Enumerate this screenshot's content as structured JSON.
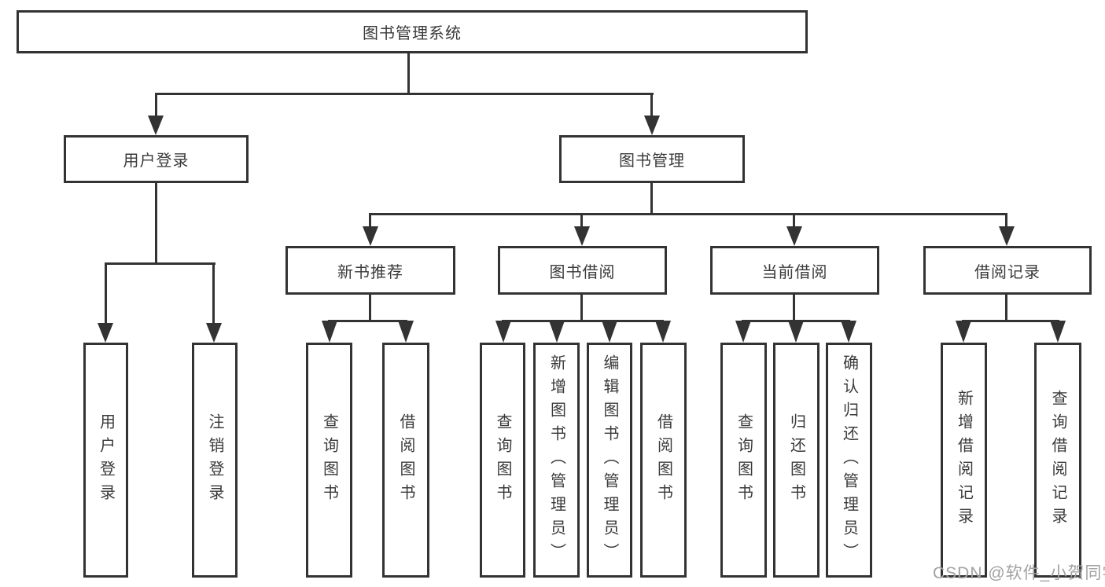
{
  "root": {
    "label": "图书管理系统"
  },
  "level2": [
    {
      "label": "用户登录"
    },
    {
      "label": "图书管理"
    }
  ],
  "level3": [
    {
      "label": "新书推荐"
    },
    {
      "label": "图书借阅"
    },
    {
      "label": "当前借阅"
    },
    {
      "label": "借阅记录"
    }
  ],
  "leaves": {
    "user_login": [
      {
        "label": "用户登录"
      },
      {
        "label": "注销登录"
      }
    ],
    "new_book_recommend": [
      {
        "label": "查询图书"
      },
      {
        "label": "借阅图书"
      }
    ],
    "book_borrow": [
      {
        "label": "查询图书"
      },
      {
        "label": "新增图书（管理员）"
      },
      {
        "label": "编辑图书（管理员）"
      },
      {
        "label": "借阅图书"
      }
    ],
    "current_borrow": [
      {
        "label": "查询图书"
      },
      {
        "label": "归还图书"
      },
      {
        "label": "确认归还（管理员）"
      }
    ],
    "borrow_records": [
      {
        "label": "新增借阅记录"
      },
      {
        "label": "查询借阅记录"
      }
    ]
  },
  "watermark": {
    "text": "CSDN @软件_小贺同学"
  },
  "colors": {
    "line": "#333333",
    "box_background": "#ffffff",
    "text": "#3a3a3a",
    "watermark": "#a2a2a2"
  }
}
